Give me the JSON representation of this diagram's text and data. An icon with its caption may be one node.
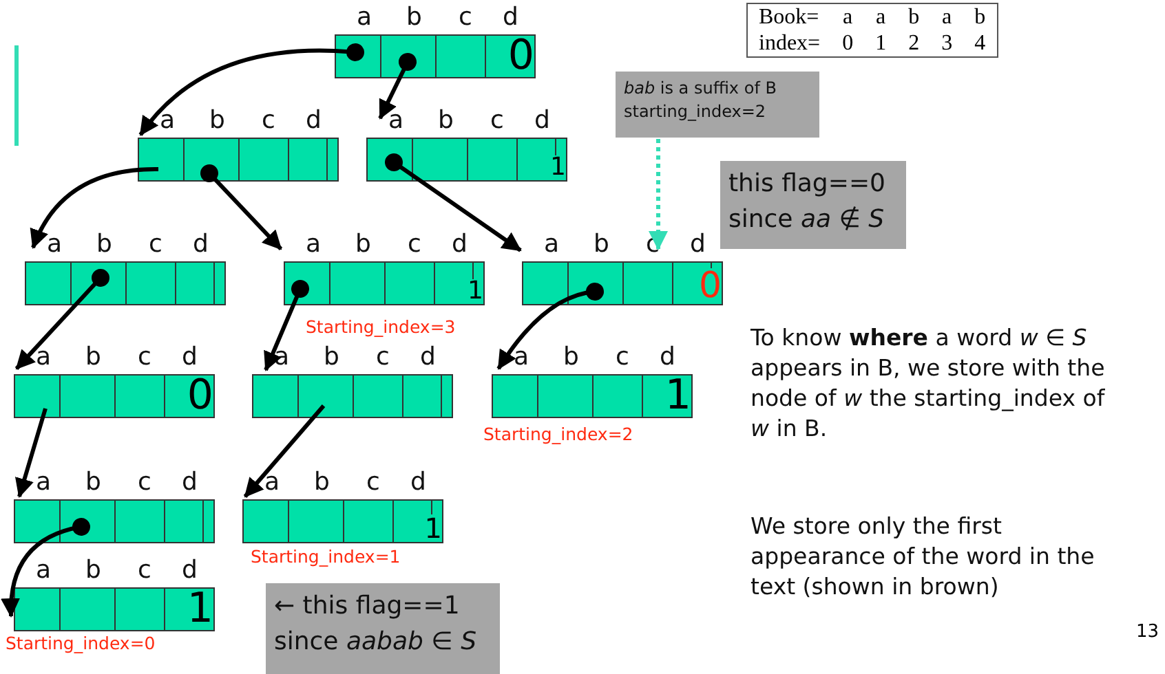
{
  "diagram": {
    "nodes": [
      {
        "text": [
          "a",
          "b",
          "c",
          "d",
          "0"
        ]
      },
      {
        "text": [
          "a",
          "b",
          "c",
          "d"
        ]
      },
      {
        "text": [
          "a",
          "b",
          "c",
          "d",
          "1"
        ]
      },
      {
        "text": [
          "a",
          "b",
          "c",
          "d"
        ]
      },
      {
        "text": [
          "a",
          "b",
          "c",
          "d",
          "1"
        ],
        "beside": [
          "Starting_index=3"
        ]
      },
      {
        "text": [
          "a",
          "b",
          "c",
          "d",
          "0"
        ]
      },
      {
        "text": [
          "a",
          "b",
          "c",
          "d",
          "0"
        ]
      },
      {
        "text": [
          "a",
          "b",
          "c",
          "d"
        ]
      },
      {
        "text": [
          "a",
          "b",
          "c",
          "d",
          "1"
        ],
        "beside": [
          "Starting_index=2"
        ]
      },
      {
        "text": [
          "a",
          "b",
          "c",
          "d"
        ]
      },
      {
        "text": [
          "a",
          "b",
          "c",
          "d",
          "1"
        ],
        "beside": [
          "Starting_index=1"
        ]
      },
      {
        "text": [
          "a",
          "b",
          "c",
          "d",
          "1"
        ],
        "beside": [
          "Starting_index=0"
        ]
      },
      {
        "text": [
          "*bab* is a suffix of B",
          "starting_index=2"
        ]
      },
      {
        "text": [
          "this flag==0",
          "since *aa* ∉ *S*"
        ]
      },
      {
        "text": [
          "← this flag==1",
          "since *aabab* ∈ *S*"
        ]
      }
    ],
    "edges": [
      {
        "from": 0,
        "to": 1,
        "arrow": "to"
      },
      {
        "from": 0,
        "to": 2,
        "arrow": "to"
      },
      {
        "from": 1,
        "to": 3,
        "arrow": "to"
      },
      {
        "from": 1,
        "to": 4,
        "arrow": "to"
      },
      {
        "from": 2,
        "to": 5,
        "arrow": "to"
      },
      {
        "from": 3,
        "to": 6,
        "arrow": "to"
      },
      {
        "from": 4,
        "to": 7,
        "arrow": "to"
      },
      {
        "from": 5,
        "to": 8,
        "arrow": "to"
      },
      {
        "from": 6,
        "to": 9,
        "arrow": "to"
      },
      {
        "from": 7,
        "to": 10,
        "arrow": "to"
      },
      {
        "from": 9,
        "to": 11,
        "arrow": "to"
      },
      {
        "from": 12,
        "to": 5,
        "arrow": "to",
        "style": "dashed",
        "color": "#33ddb5"
      }
    ],
    "labels": [
      "Book=",
      "a",
      "a",
      "b",
      "a",
      "b",
      "index=",
      "0",
      "1",
      "2",
      "3",
      "4",
      "To know **where** a word *w* ∈ *S* appears in B, we store with the node of *w* the starting_index of *w* in B.",
      "We store only the first appearance of the word in the text (shown in brown)",
      "13"
    ]
  }
}
